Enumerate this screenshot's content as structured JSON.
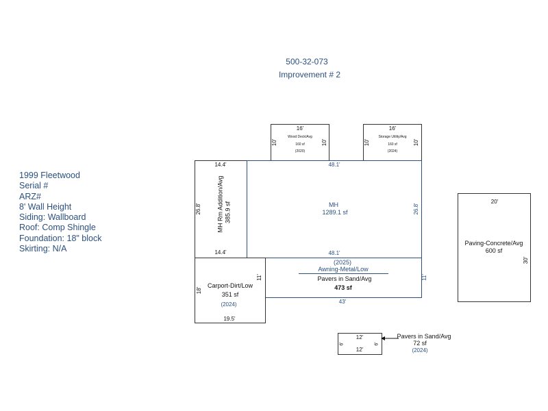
{
  "header": {
    "parcel": "500-32-073",
    "improvement": "Improvement # 2"
  },
  "details": [
    "1999 Fleetwood",
    "Serial #",
    "ARZ#",
    "8' Wall Height",
    "Siding: Wallboard",
    "Roof: Comp Shingle",
    "Foundation: 18\" block",
    "Skirting: N/A"
  ],
  "wood_deck": {
    "top": "16'",
    "left": "10'",
    "right": "10'",
    "name": "Wood Deck/Avg",
    "area": "160 sf",
    "year": "(2020)"
  },
  "storage": {
    "top": "16'",
    "left": "10'",
    "right": "10'",
    "name": "Storage Utility/Avg",
    "area": "160 sf",
    "year": "(2024)"
  },
  "room_addition": {
    "top": "14.4'",
    "bottom": "14.4'",
    "left": "26.8'",
    "name": "MH Rm Addition/Avg",
    "area": "385.9 sf"
  },
  "mh": {
    "top": "48.1'",
    "bottom": "48.1'",
    "right": "26.8'",
    "name": "MH",
    "area": "1289.1 sf"
  },
  "awning": {
    "year": "(2025)",
    "name": "Awning-Metal/Low",
    "pavers": "Pavers in Sand/Avg",
    "area": "473 sf",
    "left": "11'",
    "right": "11'",
    "bottom": "43'"
  },
  "carport": {
    "name": "Carport-Dirt/Low",
    "area": "351 sf",
    "year": "(2024)",
    "left": "18'",
    "bottom": "19.5'"
  },
  "paving": {
    "top": "20'",
    "right": "30'",
    "name": "Paving-Concrete/Avg",
    "area": "600 sf"
  },
  "small_pavers": {
    "top": "12'",
    "bottom": "12'",
    "left": "6'",
    "right": "6'",
    "name": "Pavers in Sand/Avg",
    "area": "72 sf",
    "year": "(2024)"
  }
}
